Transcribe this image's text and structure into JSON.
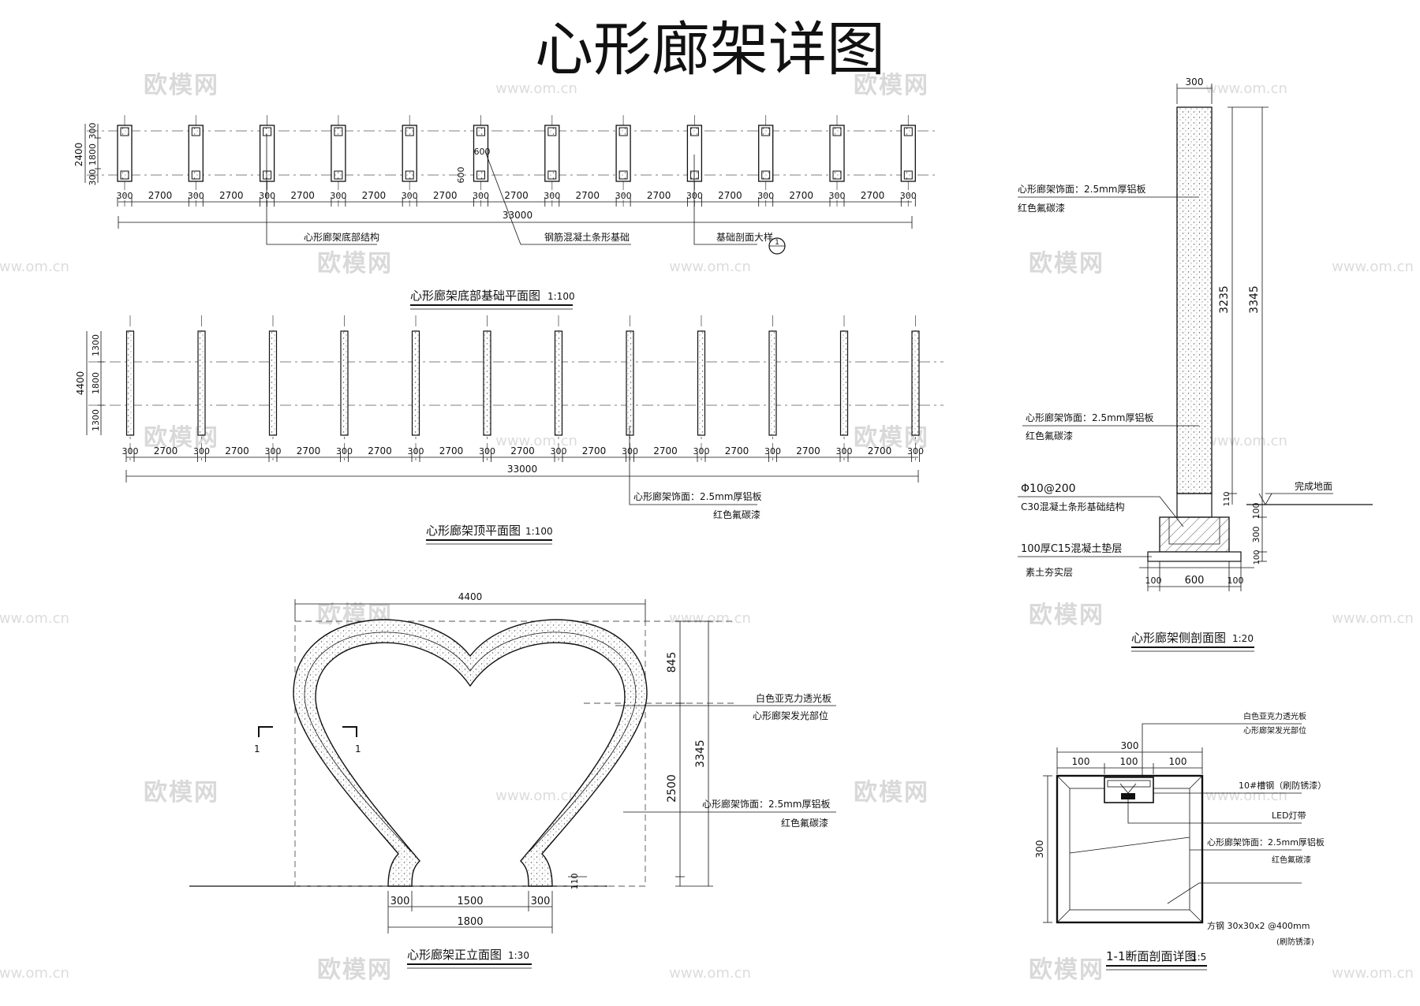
{
  "sheet": {
    "title": "心形廊架详图"
  },
  "watermark": {
    "brand": "欧模网",
    "url": "www.om.cn"
  },
  "foundation_plan": {
    "title": "心形廊架底部基础平面图",
    "scale": "1:100",
    "dims": {
      "col": "300",
      "gap": "2700",
      "total": "33000",
      "depth": "2400",
      "mid": "1800",
      "footing": "600"
    },
    "labels": {
      "structure": "心形廊架底部结构",
      "strip": "钢筋混凝土条形基础",
      "section": "基础剖面大样"
    },
    "section_mark": "1"
  },
  "top_plan": {
    "title": "心形廊架顶平面图",
    "scale": "1:100",
    "dims": {
      "col": "300",
      "gap": "2700",
      "total": "33000",
      "depth": "4400",
      "side": "1300",
      "mid": "1800"
    },
    "note1": "心形廊架饰面：2.5mm厚铝板",
    "note2": "红色氟碳漆"
  },
  "front_elevation": {
    "title": "心形廊架正立面图",
    "scale": "1:30",
    "dims": {
      "width": "4400",
      "top": "845",
      "mid": "2500",
      "height": "3345",
      "leg": "300",
      "inner": "1500",
      "base": "1800",
      "foot": "110"
    },
    "note_a1": "白色亚克力透光板",
    "note_a2": "心形廊架发光部位",
    "note_b1": "心形廊架饰面：2.5mm厚铝板",
    "note_b2": "红色氟碳漆",
    "section_mark": "1"
  },
  "side_section": {
    "title": "心形廊架侧剖面图",
    "scale": "1:20",
    "dims": {
      "width": "300",
      "h1": "3235",
      "h2": "3345",
      "d110": "110",
      "d100a": "100",
      "d300": "300",
      "d100b": "100",
      "footing": "600",
      "pad": "100"
    },
    "note1a": "心形廊架饰面：2.5mm厚铝板",
    "note1b": "红色氟碳漆",
    "note2a": "心形廊架饰面：2.5mm厚铝板",
    "note2b": "红色氟碳漆",
    "rebar": "Φ10@200",
    "concrete": "C30混凝土条形基础结构",
    "cushion": "100厚C15混凝土垫层",
    "soil": "素土夯实层",
    "ground": "完成地面"
  },
  "detail_section": {
    "title": "1-1断面剖面详图",
    "scale": "1:5",
    "dims": {
      "total": "300",
      "a": "100",
      "b": "100",
      "c": "100",
      "height": "300"
    },
    "note1a": "白色亚克力透光板",
    "note1b": "心形廊架发光部位",
    "note2": "10#槽钢（刷防锈漆）",
    "note3": "LED灯带",
    "note4a": "心形廊架饰面：2.5mm厚铝板",
    "note4b": "红色氟碳漆",
    "note5": "方钢 30x30x2 @400mm",
    "note6": "(刷防锈漆)"
  }
}
